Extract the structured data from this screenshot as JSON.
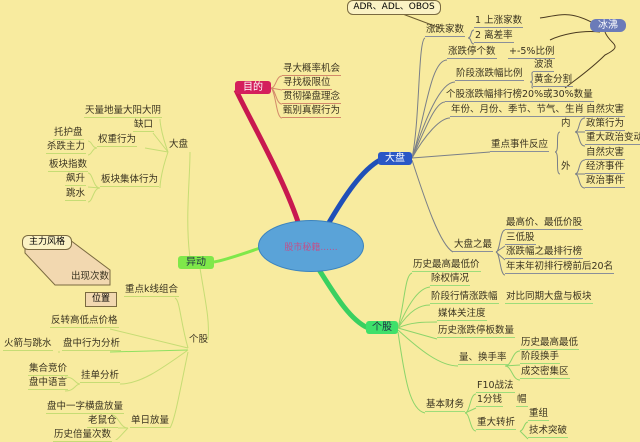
{
  "center": "股市秘籍......",
  "purpose": {
    "label": "目的",
    "items": [
      "寻大概率机会",
      "寻找极限位",
      "贯彻操盘理念",
      "甄别真假行为"
    ]
  },
  "market": {
    "label": "大盘",
    "indicators_box": "ADR、ADL、OBOS",
    "ice_boil": "冰沸",
    "updown_count": {
      "label": "涨跌家数",
      "items": [
        "1 上涨家数",
        "2 离差率"
      ]
    },
    "limit_count": {
      "label": "涨跌停个数",
      "sub": "+-5%比例"
    },
    "stage_ratio": {
      "label": "阶段涨跌幅比例",
      "items": [
        "波浪",
        "黄金分割"
      ]
    },
    "ranking": "个股涨跌幅排行榜20%或30%数量",
    "seasons": "年份、月份、季节、节气、生肖",
    "events": {
      "label": "重点事件反应",
      "inner": {
        "label": "内",
        "items": [
          "自然灾害",
          "政策行为",
          "重大政治变动"
        ]
      },
      "outer": {
        "label": "外",
        "items": [
          "自然灾害",
          "经济事件",
          "政治事件"
        ]
      }
    },
    "extremes": {
      "label": "大盘之最",
      "items": [
        "最高价、最低价股",
        "三低股",
        "涨跌幅之最排行榜",
        "年末年初排行榜前后20名"
      ]
    }
  },
  "stock": {
    "label": "个股",
    "items": [
      "历史最高最低价",
      "除权情况",
      "阶段行情涨跌幅",
      "媒体关注度",
      "历史涨跌停板数量"
    ],
    "stage_compare": "对比同期大盘与板块",
    "volume": {
      "label": "量、换手率",
      "items": [
        "历史最高最低",
        "阶段换手",
        "成交密集区"
      ]
    },
    "finance": {
      "label": "基本财务",
      "f10": "F10战法",
      "one_cent": "1分钱",
      "hat": "帽",
      "turn": {
        "label": "重大转折",
        "items": [
          "重组",
          "技术突破"
        ]
      }
    }
  },
  "anomaly": {
    "label": "异动",
    "market": {
      "label": "大盘",
      "items": [
        "天量地量大阳大阴",
        "缺口"
      ],
      "weight": {
        "label": "权重行为",
        "items": [
          "托护盘",
          "杀跌主力"
        ]
      },
      "sector": {
        "label": "板块集体行为",
        "items": [
          "板块指数",
          "飙升",
          "跳水"
        ]
      }
    },
    "stock": {
      "label": "个股",
      "kline": {
        "label": "重点k线组合",
        "style_box": "主力风格",
        "count": "出现次数",
        "position_box": "位置"
      },
      "reversal": "反转高低点价格",
      "intraday": {
        "label": "盘中行为分析",
        "sub": "火箭与跳水"
      },
      "orders": {
        "label": "挂单分析",
        "items": [
          "集合竞价",
          "盘中语言"
        ]
      },
      "single_day": {
        "label": "单日放量",
        "items": [
          "盘中一字横盘放量",
          "老鼠仓",
          "历史倍量次数"
        ]
      }
    }
  },
  "colors": {
    "background": "#f8eb9f",
    "purpose": "#d41f5c",
    "market": "#2a57c6",
    "stock": "#3fe06a",
    "anomaly": "#7fe84a",
    "center": "#5aa3d8"
  }
}
